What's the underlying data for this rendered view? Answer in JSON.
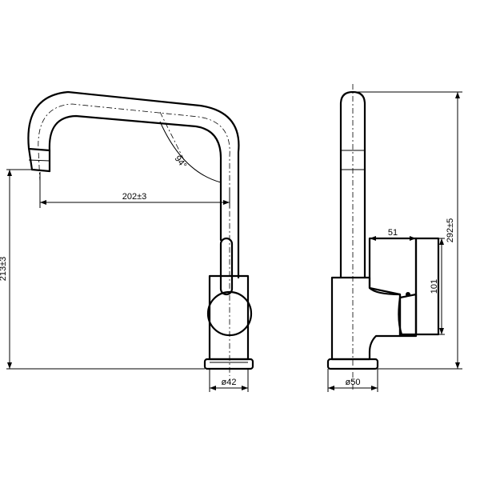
{
  "drawing": {
    "ink_color": "#000000",
    "background_color": "#ffffff",
    "dimensions": {
      "spout_reach": "202±3",
      "spout_angle": "94°",
      "spout_height": "213±3",
      "base_diameter_front": "ø42",
      "base_diameter_side": "ø50",
      "handle_depth": "51",
      "handle_height": "101",
      "total_height": "292±5"
    }
  }
}
